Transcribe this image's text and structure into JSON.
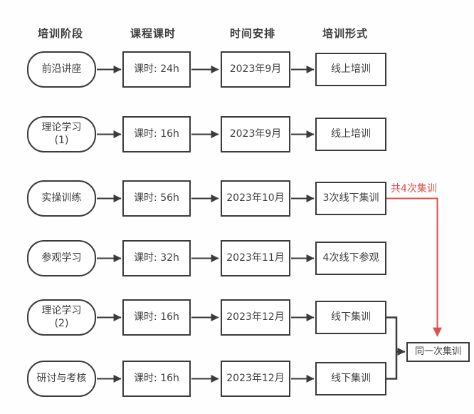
{
  "headers": {
    "stage": "培训阶段",
    "hours": "课程课时",
    "time": "时间安排",
    "format": "培训形式"
  },
  "rows": [
    {
      "stage": "前沿讲座",
      "hours": "课时: 24h",
      "time": "2023年9月",
      "format": "线上培训"
    },
    {
      "stage": "理论学习",
      "stage_sub": "(1)",
      "hours": "课时: 16h",
      "time": "2023年9月",
      "format": "线上培训"
    },
    {
      "stage": "实操训练",
      "hours": "课时: 56h",
      "time": "2023年10月",
      "format": "3次线下集训"
    },
    {
      "stage": "参观学习",
      "hours": "课时: 32h",
      "time": "2023年11月",
      "format": "4次线下参观"
    },
    {
      "stage": "理论学习",
      "stage_sub": "(2)",
      "hours": "课时: 16h",
      "time": "2023年12月",
      "format": "线下集训"
    },
    {
      "stage": "研讨与考核",
      "hours": "课时: 16h",
      "time": "2023年12月",
      "format": "线下集训"
    }
  ],
  "annotation": {
    "label": "共4次集训",
    "color": "#d9534f"
  },
  "merge": {
    "label": "同一次集训"
  },
  "colors": {
    "line": "#3b3b3b",
    "text": "#3f3f3f",
    "accent_red": "#d9534f",
    "background": "#ffffff"
  }
}
